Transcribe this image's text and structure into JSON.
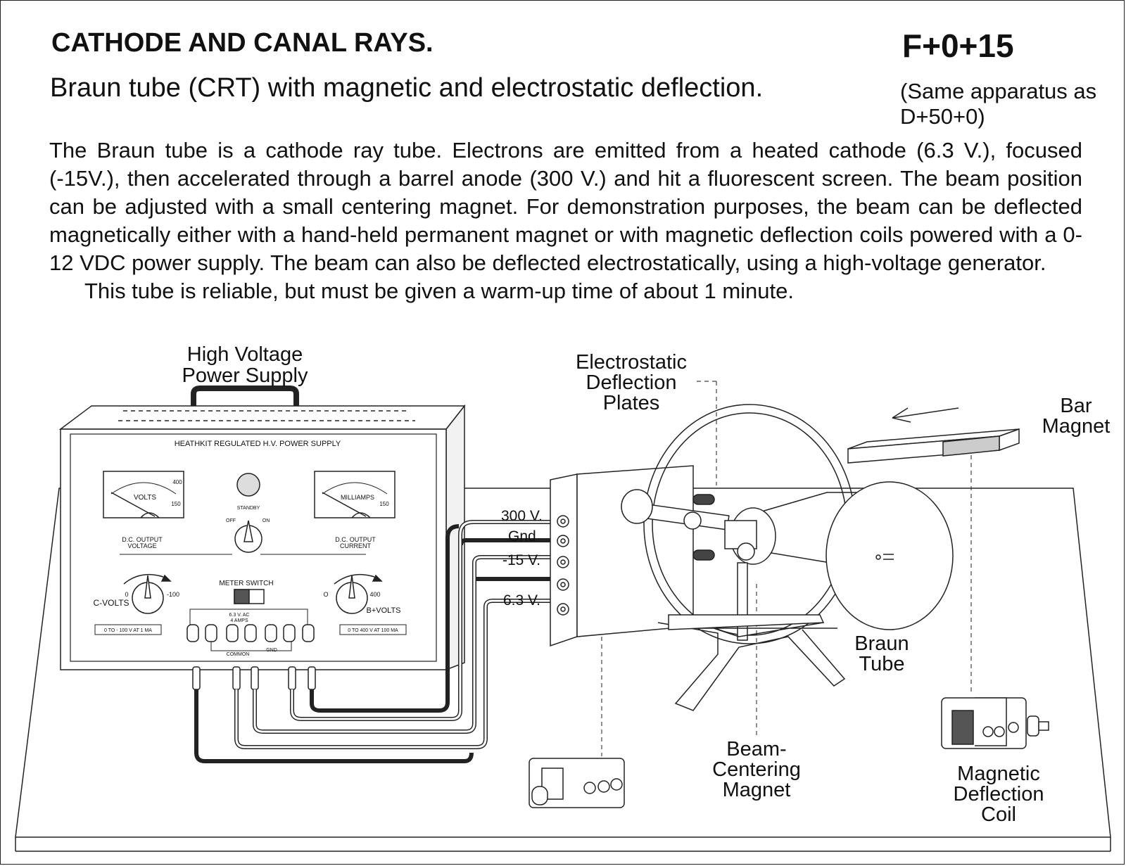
{
  "header": {
    "title": "CATHODE AND CANAL RAYS.",
    "code": "F+0+15",
    "subtitle": "Braun tube (CRT) with magnetic and electrostatic deflection.",
    "note": "(Same apparatus as D+50+0)"
  },
  "body": {
    "paragraph1": "The Braun tube is a cathode ray tube.  Electrons are emitted from a heated cathode (6.3 V.), focused (-15V.), then accelerated through a barrel anode (300 V.) and hit a fluorescent screen.  The beam position can be adjusted with a small centering magnet.  For demonstration purposes, the beam can be deflected magnetically either with a hand-held permanent magnet or with magnetic deflection coils powered with a 0-12 VDC power supply.  The beam can also be deflected electrostatically, using a high-voltage generator.",
    "paragraph2": "This tube is reliable, but must be given a warm-up time of about 1 minute."
  },
  "labels": {
    "hv_line1": "High Voltage",
    "hv_line2": "Power Supply",
    "esd_line1": "Electrostatic",
    "esd_line2": "Deflection",
    "esd_line3": "Plates",
    "bar_line1": "Bar",
    "bar_line2": "Magnet",
    "braun_line1": "Braun",
    "braun_line2": "Tube",
    "beam_line1": "Beam-",
    "beam_line2": "Centering",
    "beam_line3": "Magnet",
    "coil_line1": "Magnetic",
    "coil_line2": "Deflection",
    "coil_line3": "Coil"
  },
  "panel": {
    "name": "HEATHKIT REGULATED H.V. POWER SUPPLY",
    "volts": "VOLTS",
    "volts_max": "400",
    "volts_mid": "150",
    "dc_voltage_1": "D.C. OUTPUT",
    "dc_voltage_2": "VOLTAGE",
    "milliamps": "MILLIAMPS",
    "ma_mid": "150",
    "dc_current_1": "D.C. OUTPUT",
    "dc_current_2": "CURRENT",
    "standby": "STANDBY",
    "off": "OFF",
    "on": "ON",
    "meter_switch": "METER SWITCH",
    "cv_zero": "0",
    "cv_max": "-100",
    "c_volts": "C-VOLTS",
    "bv_zero": "O",
    "bv_max": "400",
    "b_volts": "B+VOLTS",
    "ac_1": "6.3 V. AC",
    "ac_2": "4 AMPS",
    "range_left": "0 TO - 100 V AT 1 MA",
    "range_right": "0 TO 400 V AT 100 MA",
    "common": "COMMON",
    "gnd": "GND"
  },
  "terminals": {
    "t300": "300 V.",
    "gnd": "Gnd",
    "m15": "-15 V.",
    "h63": "6.3 V."
  }
}
